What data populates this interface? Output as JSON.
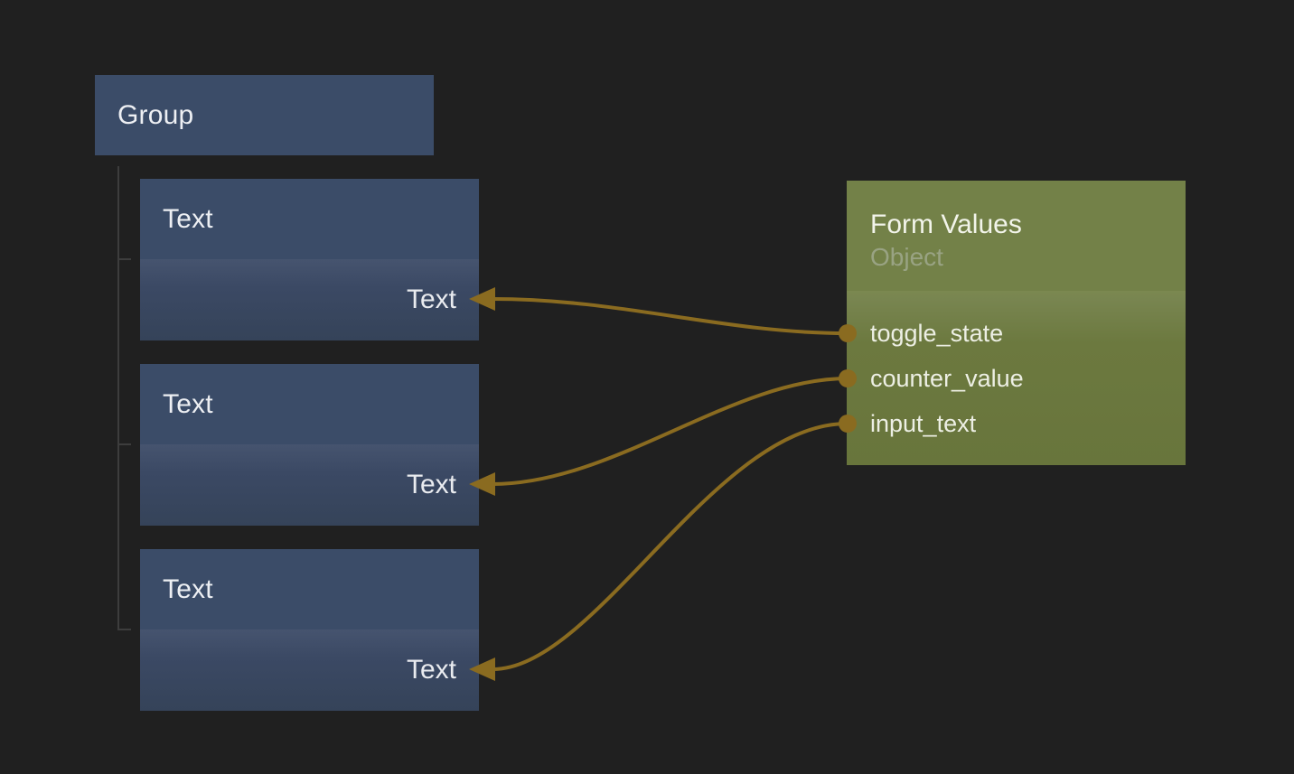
{
  "canvas": {
    "background": "#202020"
  },
  "group_node": {
    "title": "Group"
  },
  "text_nodes": [
    {
      "title": "Text",
      "input_label": "Text"
    },
    {
      "title": "Text",
      "input_label": "Text"
    },
    {
      "title": "Text",
      "input_label": "Text"
    }
  ],
  "form_node": {
    "title": "Form Values",
    "subtitle": "Object",
    "fields": [
      "toggle_state",
      "counter_value",
      "input_text"
    ]
  },
  "connections": [
    {
      "from": "toggle_state",
      "to": "text-node-1-input"
    },
    {
      "from": "counter_value",
      "to": "text-node-2-input"
    },
    {
      "from": "input_text",
      "to": "text-node-3-input"
    }
  ],
  "colors": {
    "background": "#202020",
    "blue_node_header": "#3b4c68",
    "blue_node_body": "#3a4860",
    "green_node_header": "#738148",
    "green_node_body": "#6a773e",
    "wire_accent": "#8a6b20",
    "tree_line": "#3d3d3d",
    "title_text": "#edeff3",
    "subtitle_text": "#99a383"
  }
}
